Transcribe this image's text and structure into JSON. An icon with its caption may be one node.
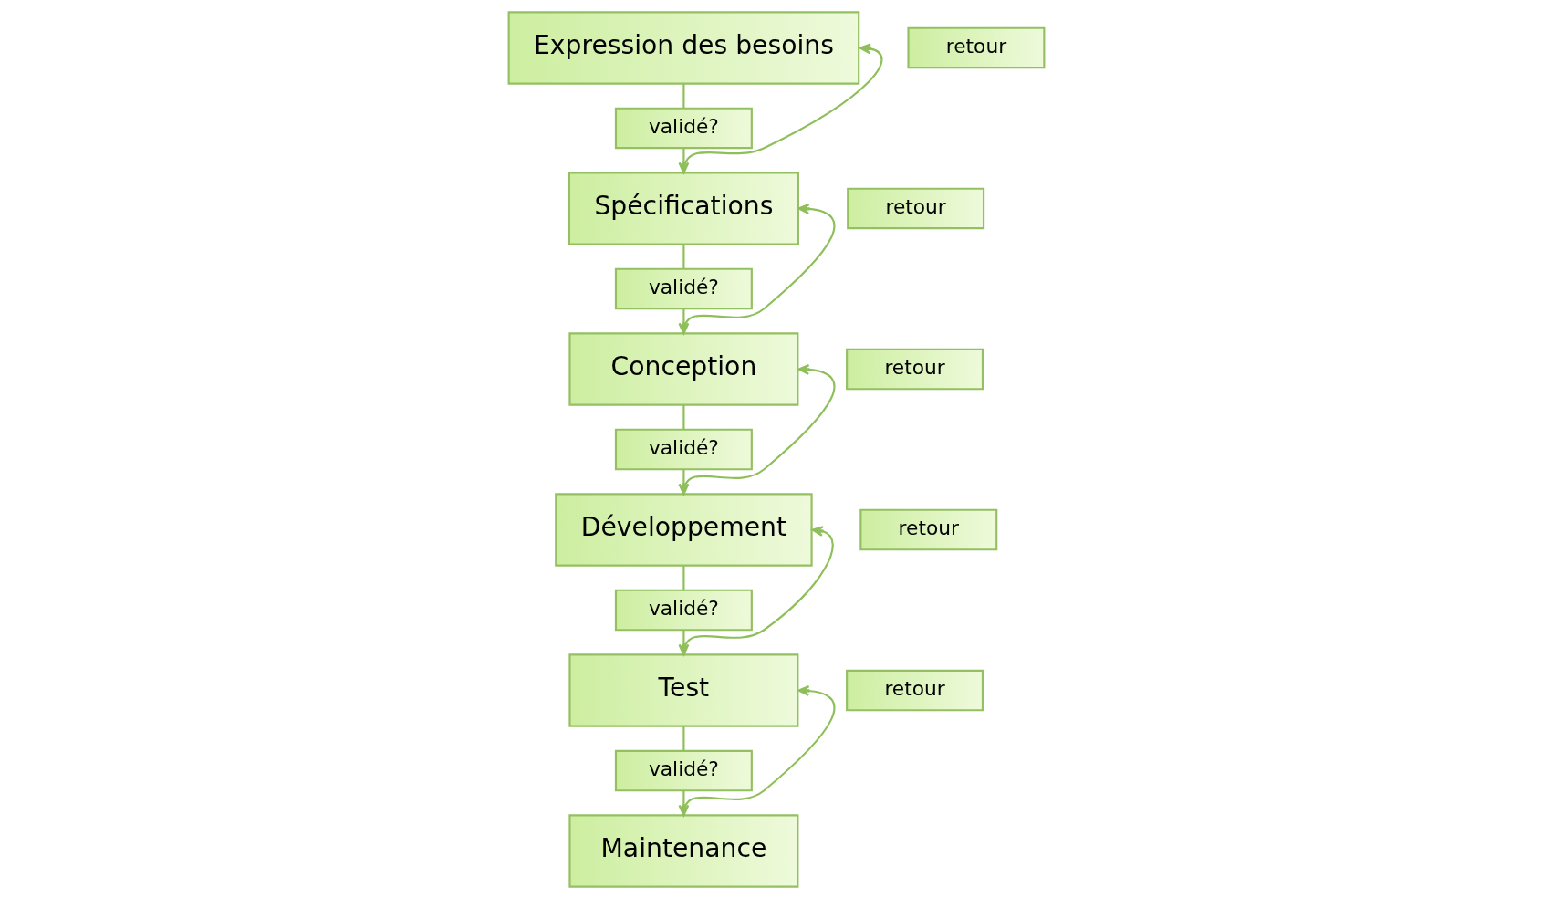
{
  "diagram": {
    "nodes": [
      {
        "text": [
          "Expression des besoins"
        ]
      },
      {
        "text": [
          "retour"
        ]
      },
      {
        "text": [
          "validé?"
        ]
      },
      {
        "text": [
          "Spécifications"
        ]
      },
      {
        "text": [
          "retour"
        ]
      },
      {
        "text": [
          "validé?"
        ]
      },
      {
        "text": [
          "Conception"
        ]
      },
      {
        "text": [
          "retour"
        ]
      },
      {
        "text": [
          "validé?"
        ]
      },
      {
        "text": [
          "Développement"
        ]
      },
      {
        "text": [
          "retour"
        ]
      },
      {
        "text": [
          "validé?"
        ]
      },
      {
        "text": [
          "Test"
        ]
      },
      {
        "text": [
          "retour"
        ]
      },
      {
        "text": [
          "validé?"
        ]
      },
      {
        "text": [
          "Maintenance"
        ]
      }
    ],
    "edges": [
      {
        "from": 0,
        "to": 2,
        "arrow": "none"
      },
      {
        "from": 2,
        "to": 3,
        "arrow": "to"
      },
      {
        "from": 3,
        "to": 0,
        "arrow": "to"
      },
      {
        "from": 3,
        "to": 5,
        "arrow": "none"
      },
      {
        "from": 5,
        "to": 6,
        "arrow": "to"
      },
      {
        "from": 6,
        "to": 3,
        "arrow": "to"
      },
      {
        "from": 6,
        "to": 8,
        "arrow": "none"
      },
      {
        "from": 8,
        "to": 9,
        "arrow": "to"
      },
      {
        "from": 9,
        "to": 6,
        "arrow": "to"
      },
      {
        "from": 9,
        "to": 11,
        "arrow": "none"
      },
      {
        "from": 11,
        "to": 12,
        "arrow": "to"
      },
      {
        "from": 12,
        "to": 9,
        "arrow": "to"
      },
      {
        "from": 12,
        "to": 14,
        "arrow": "none"
      },
      {
        "from": 14,
        "to": 15,
        "arrow": "to"
      },
      {
        "from": 15,
        "to": 12,
        "arrow": "to"
      }
    ]
  }
}
